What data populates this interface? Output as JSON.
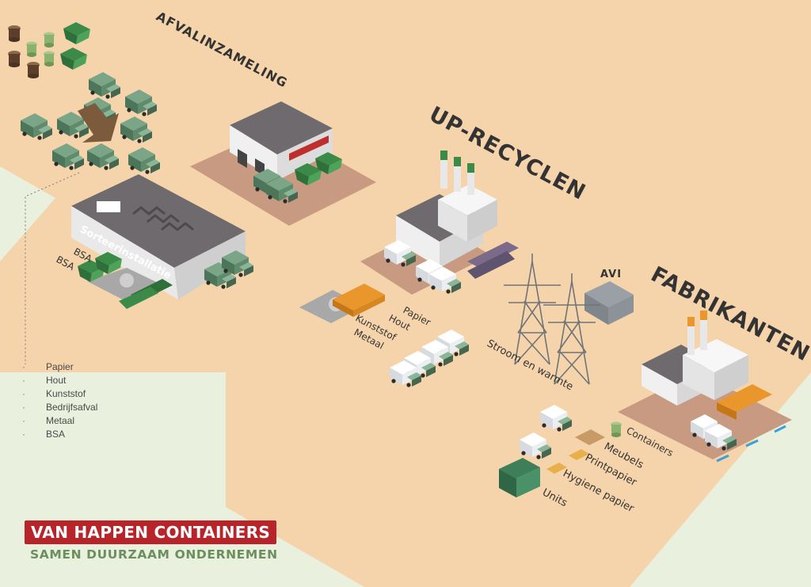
{
  "stages": {
    "collection": "AFVALINZAMELING",
    "upcycle": "UP-RECYCLEN",
    "manufacturers": "FABRIKANTEN",
    "avi": "AVI"
  },
  "sorting_plant": {
    "roof_label": "Sorteerinstallatie",
    "bsa_1": "BSA",
    "bsa_2": "BSA"
  },
  "recycle_outputs": [
    "Papier",
    "Hout",
    "Kunststof",
    "Metaal"
  ],
  "energy_label": "Stroom en warmte",
  "products": [
    "Containers",
    "Meubels",
    "Printpapier",
    "Hygiene papier",
    "Units"
  ],
  "legend": [
    "Papier",
    "Hout",
    "Kunststof",
    "Bedrijfsafval",
    "Metaal",
    "BSA"
  ],
  "brand": {
    "name": "VAN HAPPEN CONTAINERS",
    "tagline": "SAMEN DUURZAAM ONDERNEMEN",
    "color": "#b7252b"
  },
  "colors": {
    "background": "#e9f0dd",
    "road": "#f5d4ab",
    "truck": "#5f8a6c",
    "container": "#3e7e58",
    "roof": "#6e6a6d"
  }
}
